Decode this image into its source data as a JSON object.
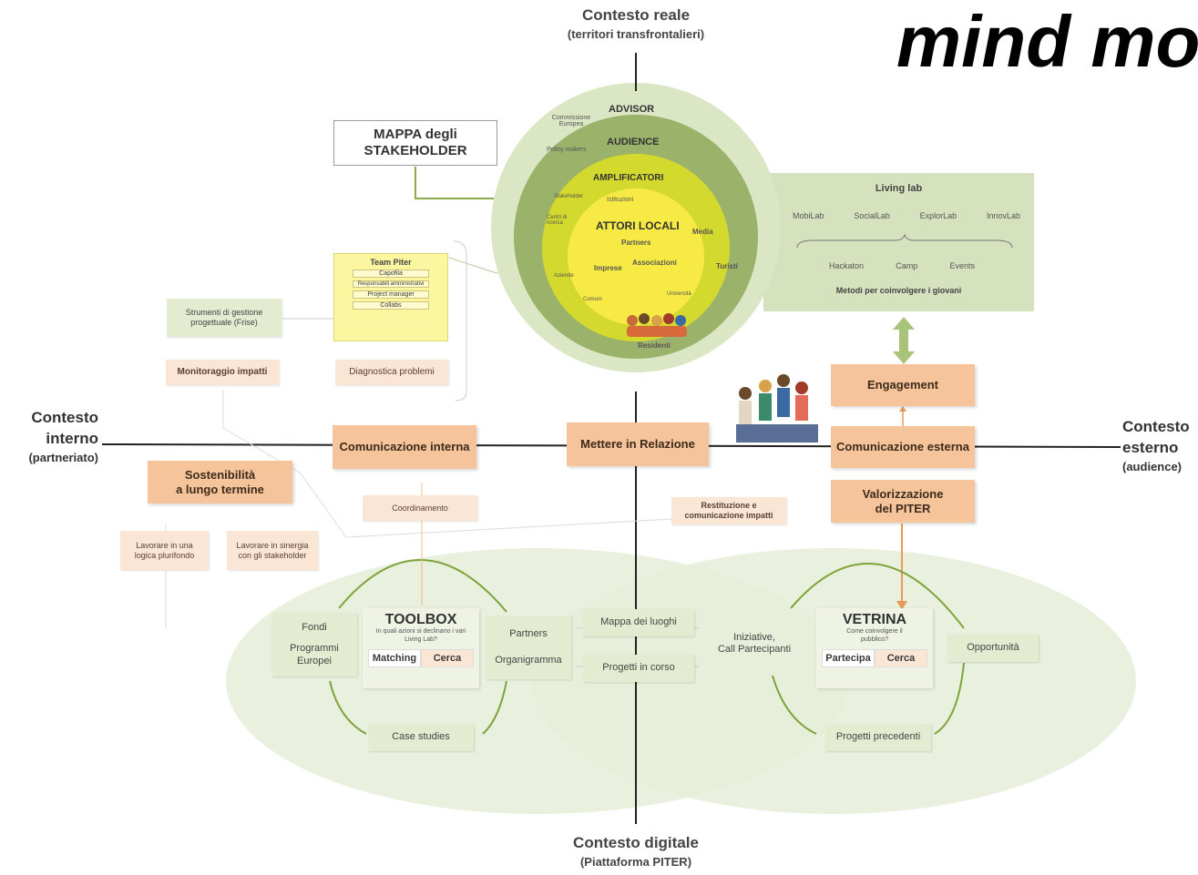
{
  "header": {
    "big_title": "mind mo"
  },
  "axes": {
    "top_title": "Contesto reale",
    "top_sub": "(territori transfrontalieri)",
    "bottom_title": "Contesto digitale",
    "bottom_sub": "(Piattaforma PITER)",
    "left_line1": "Contesto",
    "left_line2": "interno",
    "left_sub": "(partneriato)",
    "right_line1": "Contesto",
    "right_line2": "esterno",
    "right_sub": "(audience)"
  },
  "stakeholder_map": {
    "label_line1": "MAPPA degli",
    "label_line2": "STAKEHOLDER",
    "advisor": "ADVISOR",
    "audience": "AUDIENCE",
    "amplificatori": "AMPLIFICATORI",
    "attori_locali": "ATTORI LOCALI",
    "partners": "Partners",
    "imprese": "Imprese",
    "associazioni": "Associazioni",
    "residenti": "Residenti",
    "media": "Media",
    "turisti": "Turisti",
    "istituzioni": "Istituzioni",
    "commissione": "Commissione Europea",
    "policy": "Policy makers",
    "stakeholder_small": "Stakeholder",
    "centri": "Centri di ricerca",
    "aziende": "Aziende",
    "comuni": "Comuni",
    "universita": "Università"
  },
  "living_lab": {
    "title": "Living lab",
    "labs": [
      "MobiLab",
      "SocialLab",
      "ExplorLab",
      "InnovLab"
    ],
    "methods": [
      "Hackaton",
      "Camp",
      "Events"
    ],
    "methods_caption": "Metodi per coinvolgere i giovani"
  },
  "team_piter": {
    "title": "Team Piter",
    "items": [
      "Capofila",
      "Responsabili amministrativi",
      "Project manager",
      "Collabs"
    ]
  },
  "left_boxes": {
    "strumenti": "Strumenti di gestione progettuale (Frise)",
    "monitoraggio": "Monitoraggio impatti",
    "diagnostica": "Diagnostica problemi",
    "sostenibilita_1": "Sostenibilità",
    "sostenibilita_2": "a lungo termine",
    "coordinamento": "Coordinamento",
    "lavorare_pluri": "Lavorare in una logica plurifondo",
    "lavorare_sinergia": "Lavorare in sinergia con gli stakeholder",
    "restituzione": "Restituzione e comunicazione impatti"
  },
  "center_boxes": {
    "comunicazione_interna": "Comunicazione interna",
    "mettere_relazione": "Mettere in Relazione",
    "comunicazione_esterna": "Comunicazione esterna",
    "engagement": "Engagement",
    "valorizzazione_1": "Valorizzazione",
    "valorizzazione_2": "del PITER"
  },
  "toolbox": {
    "title": "TOOLBOX",
    "subtitle": "In quali azioni si declinano i vari Living Lab?",
    "btn_matching": "Matching",
    "btn_cerca": "Cerca",
    "fondi": "Fondi",
    "programmi": "Programmi Europei",
    "partners": "Partners",
    "organigramma": "Organigramma",
    "case_studies": "Case studies"
  },
  "center_digital": {
    "mappa_luoghi": "Mappa dei luoghi",
    "progetti_corso": "Progetti in corso",
    "iniziative_1": "Iniziative,",
    "iniziative_2": "Call Partecipanti"
  },
  "vetrina": {
    "title": "VETRINA",
    "subtitle": "Come coinvolgere il pubblico?",
    "btn_partecipa": "Partecipa",
    "btn_cerca": "Cerca",
    "opportunita": "Opportunità",
    "progetti_precedenti": "Progetti precedenti"
  },
  "colors": {
    "orange": "#f6c49a",
    "pale_orange": "#fbe6d6",
    "dark_green": "#9bb26a",
    "mid_green": "#cfdca7",
    "light_green": "#e9efdc",
    "yellow": "#f5e64a",
    "olive": "#c8d12a"
  }
}
